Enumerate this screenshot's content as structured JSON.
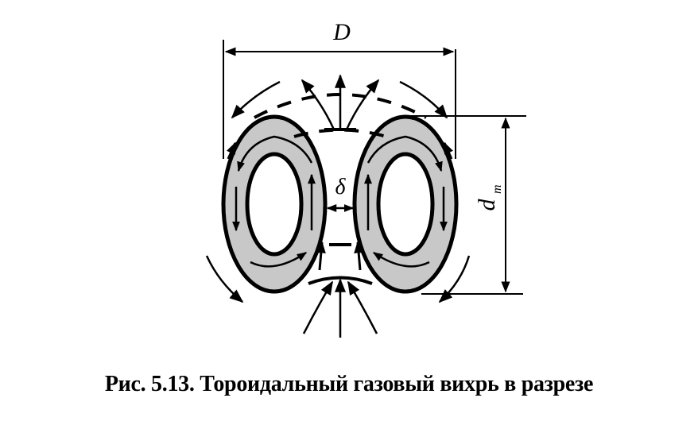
{
  "figure": {
    "labels": {
      "outer_diameter": "D",
      "gap": "δ",
      "torus_diameter": "d",
      "torus_diameter_sub": "т"
    },
    "colors": {
      "ring_fill": "#c8c8c8",
      "stroke": "#000000",
      "background": "#ffffff"
    }
  },
  "caption": {
    "text": "Рис. 5.13. Тороидальный газовый вихрь в разрезе"
  }
}
